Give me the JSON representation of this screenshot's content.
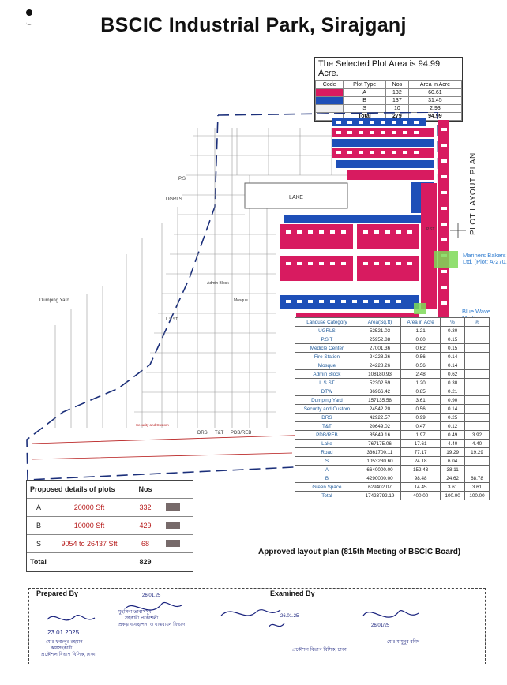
{
  "title": "BSCIC Industrial Park, Sirajganj",
  "selected": {
    "heading": "The Selected Plot Area is 94.99 Acre.",
    "cols": [
      "Code",
      "Plot Type",
      "Nos",
      "Area in Acre"
    ],
    "rows": [
      {
        "type": "A",
        "nos": "132",
        "area": "60.61",
        "color": "#d81b60"
      },
      {
        "type": "B",
        "nos": "137",
        "area": "31.45",
        "color": "#1e4fb8"
      },
      {
        "type": "S",
        "nos": "10",
        "area": "2.93",
        "color": "#eeeeee"
      }
    ],
    "total_label": "Total",
    "total_nos": "279",
    "total_area": "94.99"
  },
  "map": {
    "lake": "LAKE",
    "ugrls": "UGRLS",
    "p5": "P.S",
    "p_st": "P.ST",
    "dumping_yard": "Dumping Yard",
    "ts": "L.S.ST",
    "mosque": "Mosque",
    "admin": "Admin Block",
    "drs": "DRS",
    "tt": "T&T",
    "pdb": "PDB/REB",
    "security": "Security and Custom",
    "plot_layout_plan": "PLOT LAYOUT PLAN",
    "mariners": "Mariners Bakers Ltd. (Plot: A-270,",
    "bluewave": "Blue Wave Media"
  },
  "landuse": {
    "headers": [
      "Landuse Category",
      "Area(Sq.ft)",
      "Area in Acre",
      "%",
      "%"
    ],
    "rows": [
      [
        "UGRLS",
        "52521.03",
        "1.21",
        "0.30",
        ""
      ],
      [
        "P.S.T",
        "25952.88",
        "0.60",
        "0.15",
        ""
      ],
      [
        "Medicle Center",
        "27001.36",
        "0.62",
        "0.15",
        ""
      ],
      [
        "Fire Station",
        "24228.26",
        "0.56",
        "0.14",
        ""
      ],
      [
        "Mosque",
        "24228.26",
        "0.56",
        "0.14",
        ""
      ],
      [
        "Admin Block",
        "108180.93",
        "2.48",
        "0.62",
        ""
      ],
      [
        "L.S.ST",
        "52302.69",
        "1.20",
        "0.30",
        ""
      ],
      [
        "DTW",
        "36966.42",
        "0.85",
        "0.21",
        ""
      ],
      [
        "Dumping Yard",
        "157135.58",
        "3.61",
        "0.90",
        ""
      ],
      [
        "Security and Custom",
        "24542.20",
        "0.56",
        "0.14",
        ""
      ],
      [
        "DRS",
        "42922.57",
        "0.99",
        "0.25",
        ""
      ],
      [
        "T&T",
        "20649.02",
        "0.47",
        "0.12",
        ""
      ],
      [
        "PDB/REB",
        "85649.16",
        "1.97",
        "0.49",
        "3.92"
      ],
      [
        "Lake",
        "767175.06",
        "17.61",
        "4.40",
        "4.40"
      ],
      [
        "Road",
        "3361700.11",
        "77.17",
        "19.29",
        "19.29"
      ],
      [
        "S",
        "1053230.60",
        "24.18",
        "6.04",
        ""
      ],
      [
        "A",
        "6640000.00",
        "152.43",
        "38.11",
        ""
      ],
      [
        "B",
        "4290000.00",
        "98.48",
        "24.62",
        "68.78"
      ],
      [
        "Green Space",
        "629402.07",
        "14.45",
        "3.61",
        "3.61"
      ],
      [
        "Total",
        "17423792.19",
        "400.00",
        "100.00",
        "100.00"
      ]
    ]
  },
  "proposed": {
    "title": "Proposed details of plots",
    "nos_header": "Nos",
    "rows": [
      {
        "code": "A",
        "size": "20000 Sft",
        "nos": "332"
      },
      {
        "code": "B",
        "size": "10000 Sft",
        "nos": "429"
      },
      {
        "code": "S",
        "size": "9054 to 26437 Sft",
        "nos": "68"
      }
    ],
    "total_label": "Total",
    "total": "829"
  },
  "approved": "Approved layout plan (815th Meeting of BSCIC Board)",
  "prepared_by": "Prepared By",
  "examined_by": "Examined By",
  "signatures": {
    "date1": "23.01.2025",
    "name1": "মোঃ ফজলুর রহমান",
    "role1": "কার্যসহকারী",
    "org1": "প্রকৌশল বিভাগ বিসিক, ঢাকা",
    "date2": "26.01.25",
    "name2": "মুহসিনা তাবাসসুম",
    "role2": "সহকারী প্রকৌশলী",
    "org2": "প্রকল্প ব্যবস্থাপনা ও বাস্তবায়ন বিভাগ",
    "date3": "26.01.25",
    "org3": "প্রকৌশল বিভাগ বিসিক, ঢাকা",
    "date4": "26/01/25",
    "name4": "মোঃ মামুনুর রশিদ"
  }
}
